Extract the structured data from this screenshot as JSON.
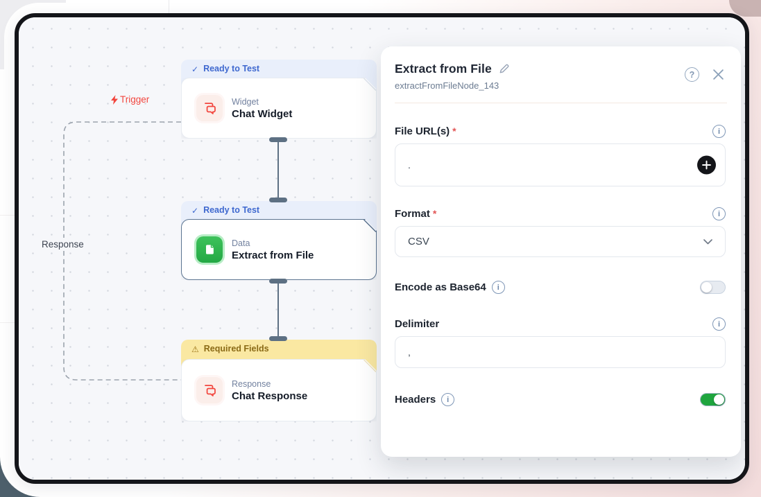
{
  "canvas": {
    "trigger_label": "Trigger",
    "response_label": "Response",
    "nodes": [
      {
        "badge": "Ready to Test",
        "badge_type": "ready",
        "category": "Widget",
        "title": "Chat Widget",
        "icon": "chat",
        "selected": false
      },
      {
        "badge": "Ready to Test",
        "badge_type": "ready",
        "category": "Data",
        "title": "Extract from File",
        "icon": "file",
        "selected": true
      },
      {
        "badge": "Required Fields",
        "badge_type": "warning",
        "category": "Response",
        "title": "Chat Response",
        "icon": "chat",
        "selected": false
      }
    ]
  },
  "panel": {
    "title": "Extract from File",
    "subtitle": "extractFromFileNode_143",
    "file_urls": {
      "label": "File URL(s)",
      "required": true,
      "value": "."
    },
    "format": {
      "label": "Format",
      "required": true,
      "value": "CSV"
    },
    "encode_base64": {
      "label": "Encode as Base64",
      "enabled": false
    },
    "delimiter": {
      "label": "Delimiter",
      "value": ","
    },
    "headers": {
      "label": "Headers",
      "enabled": true
    }
  },
  "ui": {
    "required_marker": "*",
    "check_glyph": "✓",
    "warning_glyph": "⚠",
    "help_glyph": "?",
    "info_glyph": "i"
  },
  "colors": {
    "accent_blue": "#3e68cf",
    "badge_blue_bg": "#e9effb",
    "badge_yellow_bg": "#fae8a2",
    "badge_yellow_text": "#8a6a16",
    "node_red": "#f2453d",
    "node_green": "#2eb94e",
    "toggle_on_green": "#1fa53e",
    "connector_slate": "#5d7083",
    "frame_black": "#141519"
  }
}
